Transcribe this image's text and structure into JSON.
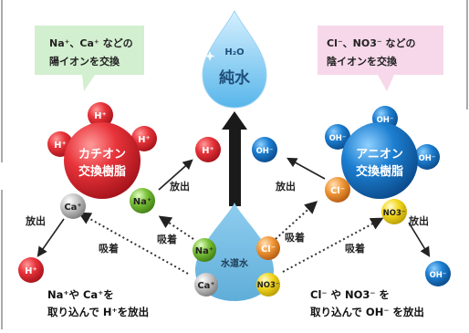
{
  "callouts": {
    "cation": {
      "line1": "Na⁺、Ca⁺ などの",
      "line2": "陽イオンを交換"
    },
    "anion": {
      "line1": "Cl⁻、NO3⁻ などの",
      "line2": "陰イオンを交換"
    }
  },
  "pure_water": {
    "formula": "H₂O",
    "label": "純水"
  },
  "tap_water": {
    "label": "水道水"
  },
  "cation_resin": {
    "line1": "カチオン",
    "line2": "交換樹脂"
  },
  "anion_resin": {
    "line1": "アニオン",
    "line2": "交換樹脂"
  },
  "arrow_labels": {
    "release": "放出",
    "adsorb": "吸着"
  },
  "captions": {
    "cation_line1": "Na⁺や Ca⁺を",
    "cation_line2": "取り込んで H⁺を放出",
    "anion_line1": "Cl⁻ や NO3⁻ を",
    "anion_line2": "取り込んで OH⁻ を放出"
  },
  "ions": {
    "h": "H⁺",
    "oh": "OH⁻",
    "na": "Na⁺",
    "ca": "Ca⁺",
    "cl": "Cl⁻",
    "no3": "NO3⁻"
  },
  "colors": {
    "red": "#e8333a",
    "blue": "#1d7fd1",
    "green": "#7cc23a",
    "gray": "#b7b7b7",
    "orange": "#f29a3a",
    "yellow": "#f4d81e",
    "callout_green": "#d2efcf",
    "callout_pink": "#f7d8ea",
    "water_blue": "#7fc6ec"
  }
}
